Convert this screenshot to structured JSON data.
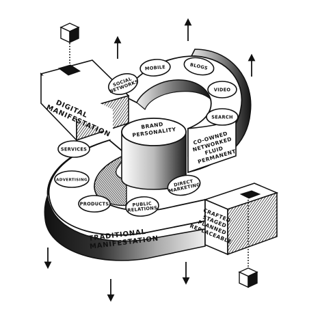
{
  "diagram": {
    "core": [
      "Brand",
      "Personality"
    ],
    "digital_manifestation": [
      "Digital",
      "Manifestation"
    ],
    "traditional_manifestation": [
      "Traditional",
      "Manifestation"
    ],
    "digital_pills": [
      {
        "lines": [
          "Social",
          "Networks"
        ]
      },
      {
        "lines": [
          "Mobile"
        ]
      },
      {
        "lines": [
          "Blogs"
        ]
      },
      {
        "lines": [
          "Video"
        ]
      },
      {
        "lines": [
          "Search"
        ]
      }
    ],
    "traditional_pills": [
      {
        "lines": [
          "Services"
        ]
      },
      {
        "lines": [
          "Advertising"
        ]
      },
      {
        "lines": [
          "Products"
        ]
      },
      {
        "lines": [
          "Public",
          "Relations"
        ]
      },
      {
        "lines": [
          "Direct",
          "Marketing"
        ]
      }
    ],
    "digital_traits": [
      "Co-owned",
      "Networked",
      "Fluid",
      "Permanent"
    ],
    "traditional_traits": [
      "Crafted",
      "Staged",
      "Planned",
      "Replaceable"
    ]
  },
  "colors": {
    "ink": "#111111",
    "paper": "#ffffff"
  }
}
